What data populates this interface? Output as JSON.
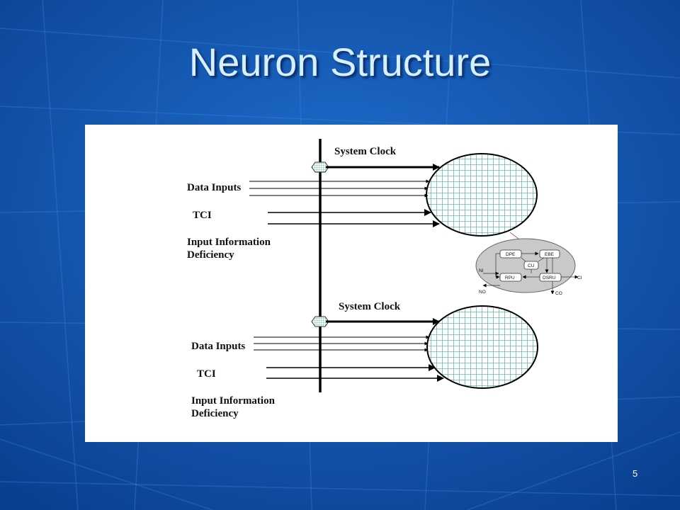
{
  "slide": {
    "title": "Neuron Structure",
    "page_number": "5"
  },
  "diagram": {
    "neurons": [
      {
        "system_clock": "System Clock",
        "data_inputs": "Data Inputs",
        "tci": "TCI",
        "deficiency_line1": "Input Information",
        "deficiency_line2": "Deficiency"
      },
      {
        "system_clock": "System Clock",
        "data_inputs": "Data Inputs",
        "tci": "TCI",
        "deficiency_line1": "Input Information",
        "deficiency_line2": "Deficiency"
      }
    ],
    "internal_units": {
      "dpe": "DPE",
      "ebe": "EBE",
      "cu": "CU",
      "rpu": "RPU",
      "dsru": "DSRU",
      "ni": "NI",
      "ci": "CI",
      "no": "NO",
      "co": "CO"
    }
  },
  "colors": {
    "background": "#0d56b5",
    "title": "#d7f0ff",
    "neuron_grid": "#1a9a7a",
    "neuron_fill": "#ffffff"
  }
}
